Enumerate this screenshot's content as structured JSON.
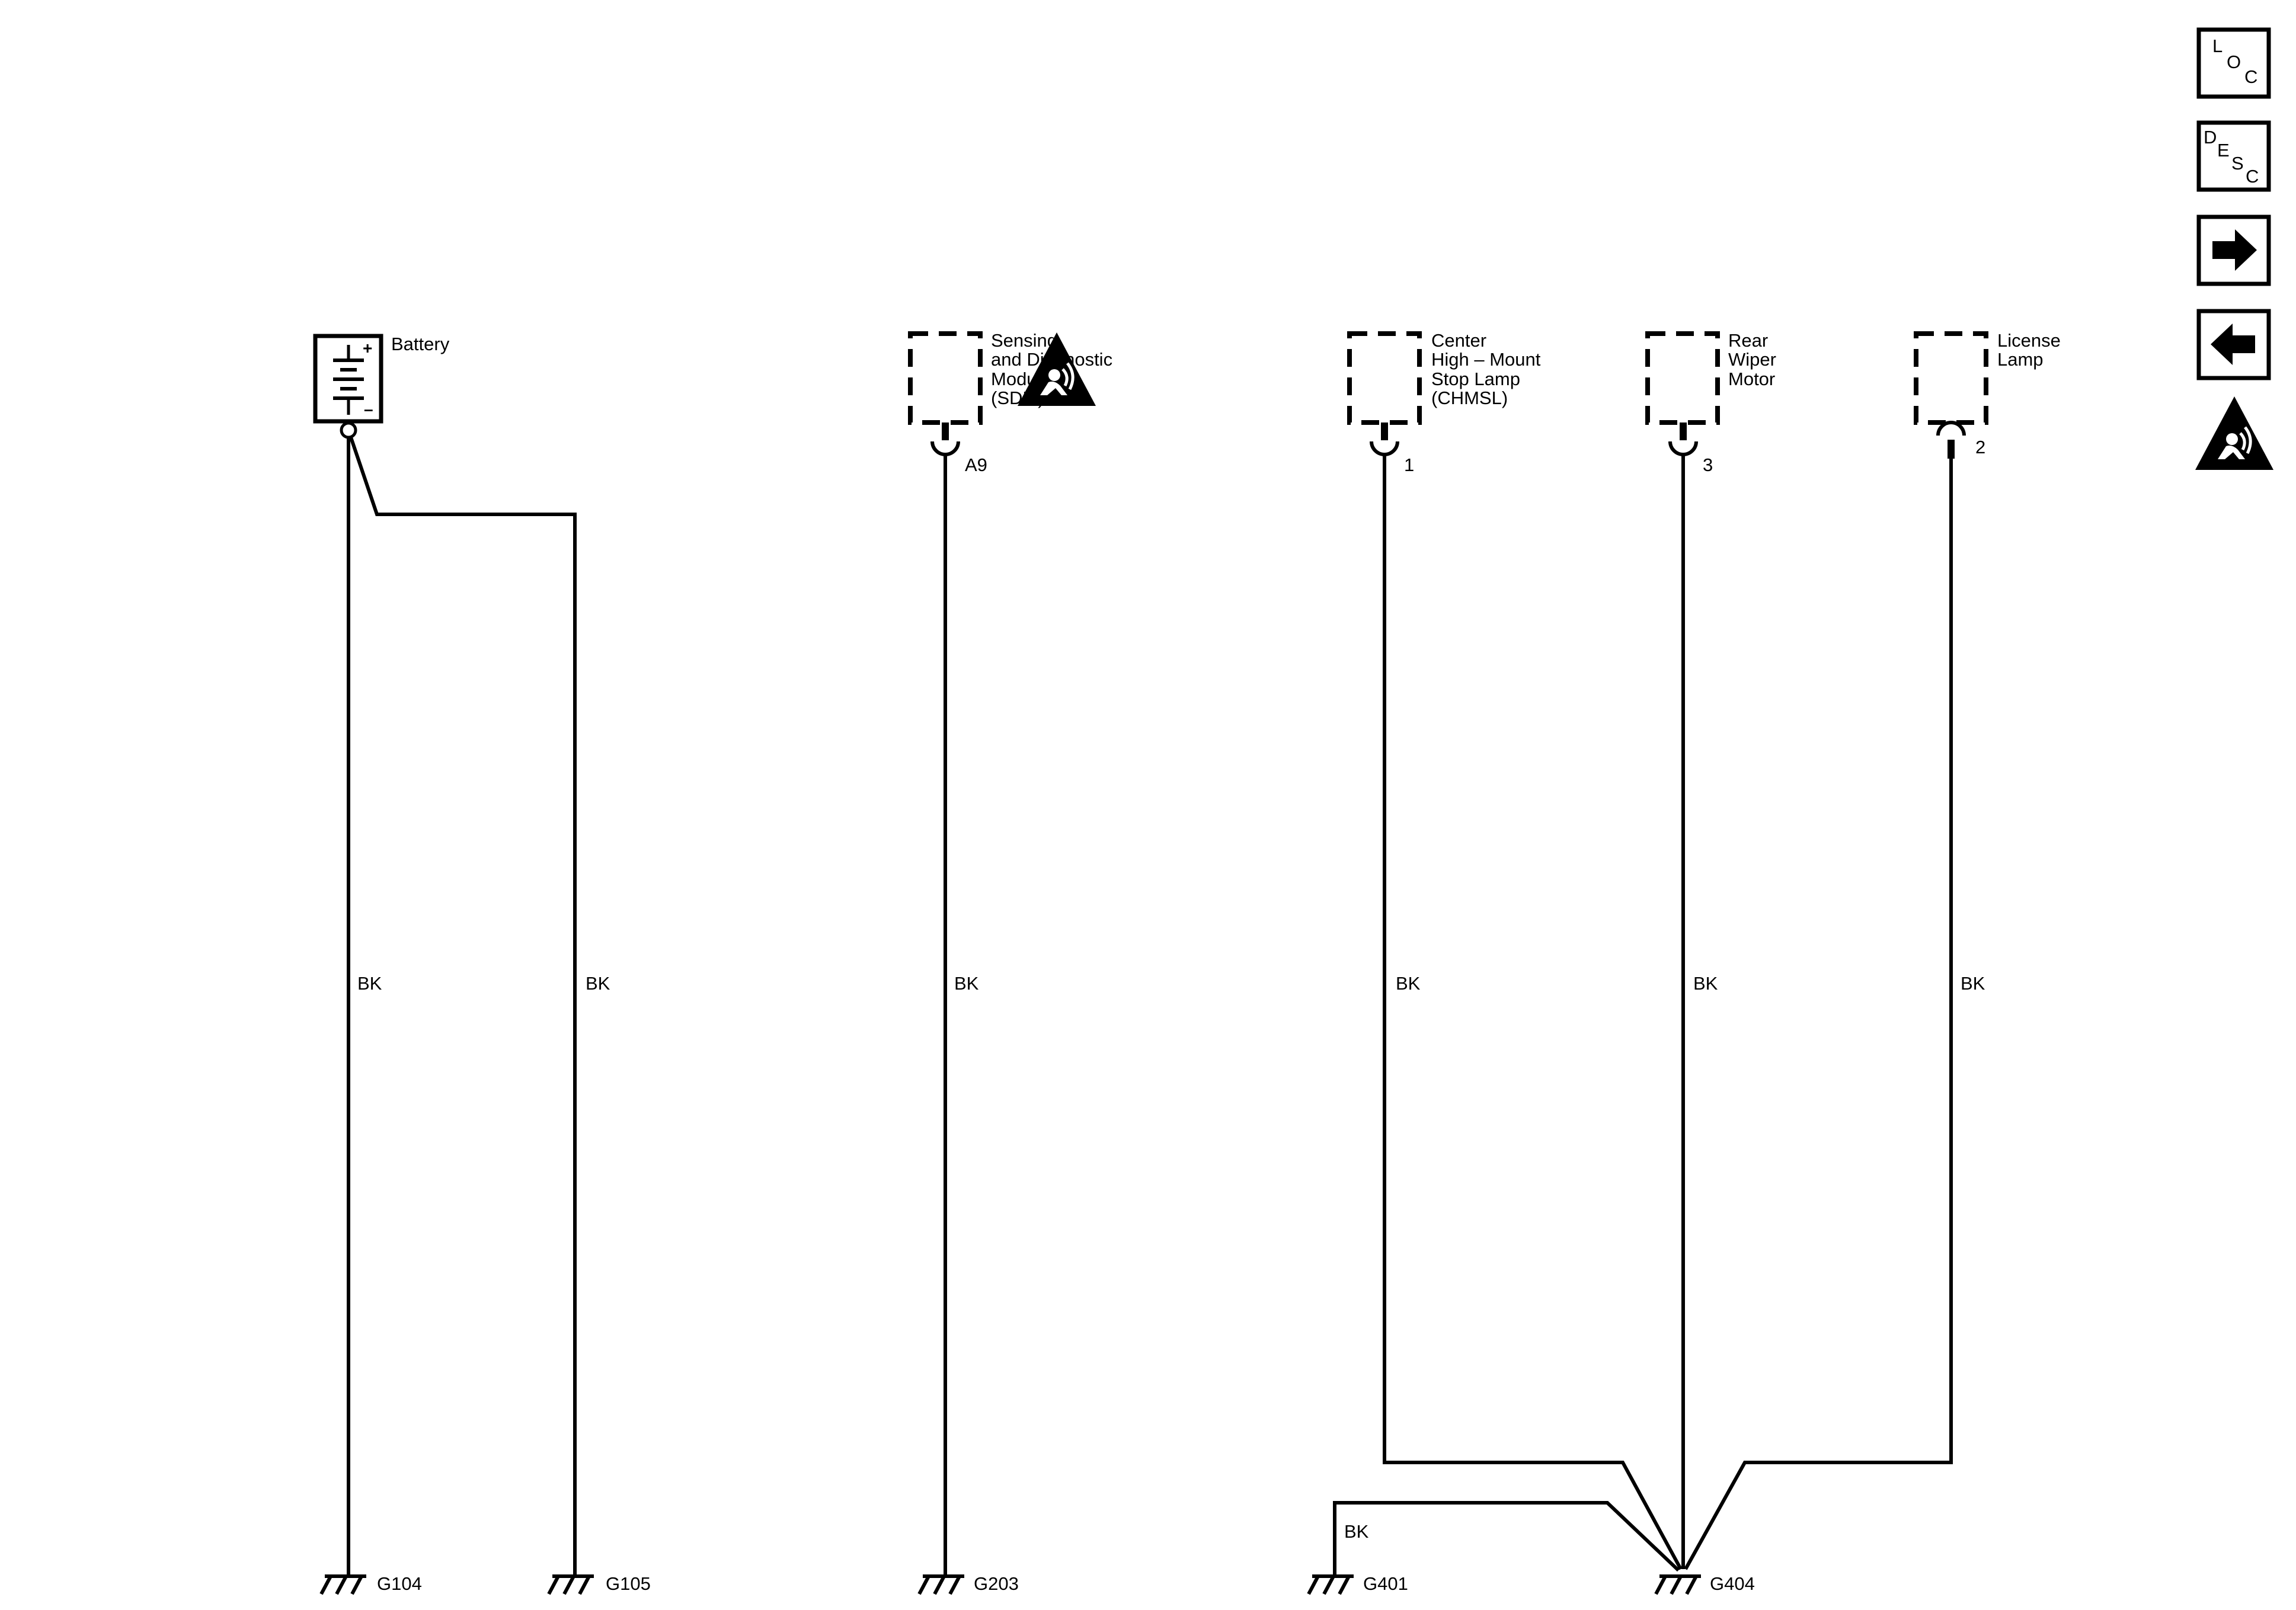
{
  "components": {
    "battery": {
      "label": "Battery",
      "plus": "+",
      "minus": "–"
    },
    "sdm": {
      "line1": "Sensing",
      "line2": "and Diagnostic",
      "line3": "Module",
      "line4": "(SDM)",
      "pin": "A9"
    },
    "chmsl": {
      "line1": "Center",
      "line2": "High – Mount",
      "line3": "Stop Lamp",
      "line4": "(CHMSL)",
      "pin": "1"
    },
    "wiper": {
      "line1": "Rear",
      "line2": "Wiper",
      "line3": "Motor",
      "pin": "3"
    },
    "license": {
      "line1": "License",
      "line2": "Lamp",
      "pin": "2"
    }
  },
  "wires": {
    "w1": "BK",
    "w2": "BK",
    "w3": "BK",
    "w4": "BK",
    "w5": "BK",
    "w6": "BK",
    "w7": "BK"
  },
  "grounds": {
    "g104": "G104",
    "g105": "G105",
    "g203": "G203",
    "g401": "G401",
    "g404": "G404"
  },
  "nav": {
    "loc": {
      "l1": "L",
      "l2": "O",
      "l3": "C"
    },
    "desc": {
      "l1": "D",
      "l2": "E",
      "l3": "S",
      "l4": "C"
    },
    "forward_icon": "arrow-right-icon",
    "back_icon": "arrow-left-icon",
    "airbag_icon": "airbag-warning-icon"
  }
}
